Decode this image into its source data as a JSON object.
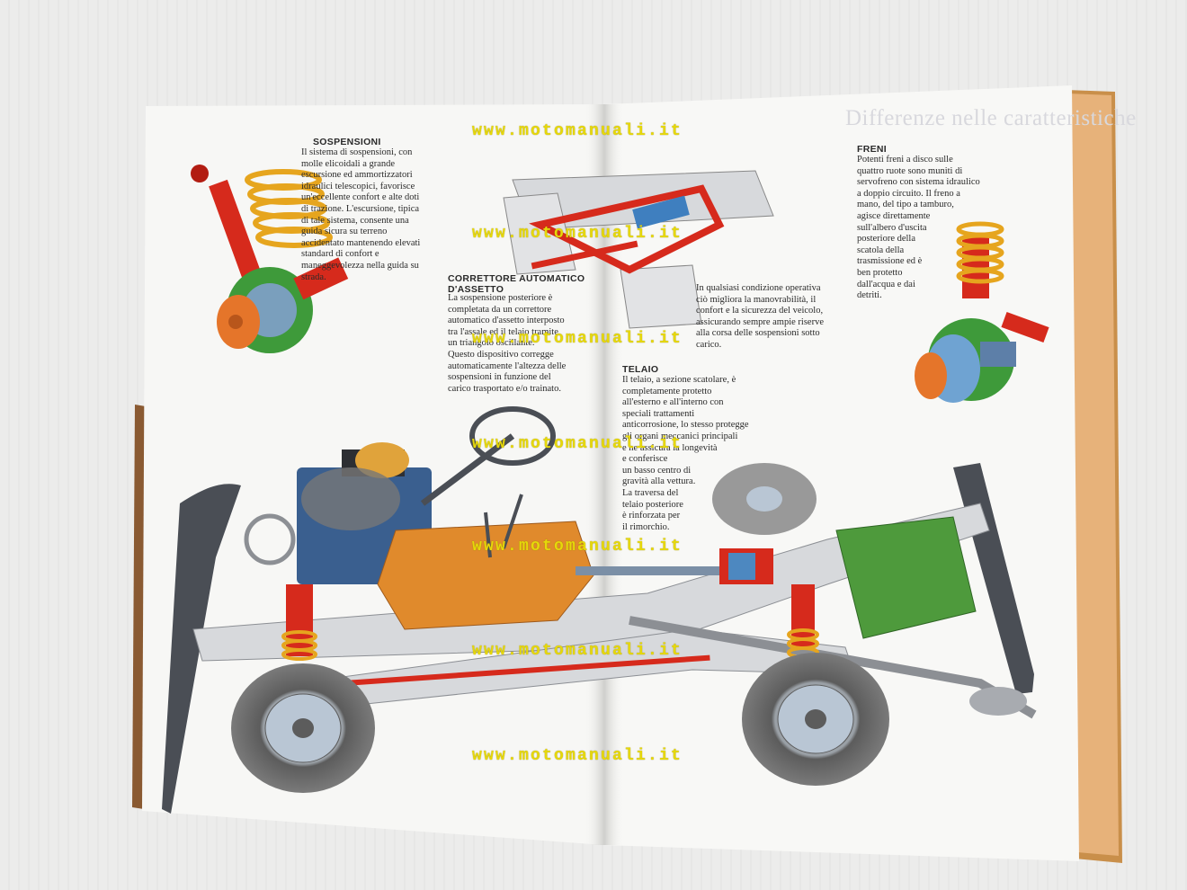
{
  "page": {
    "title": "Differenze nelle caratteristiche"
  },
  "sections": {
    "sospensioni": {
      "heading": "SOSPENSIONI",
      "body": "Il sistema di sospensioni, con\nmolle elicoidali a grande\nescursione ed ammortizzatori\nidraulici telescopici, favorisce\nun'eccellente confort e alte doti\ndi trazione. L'escursione, tipica\ndi tale sistema, consente una\nguida sicura su terreno\naccidentato mantenendo elevati\nstandard di confort e\nmaneggevolezza nella guida su\nstrada."
    },
    "correttore": {
      "heading": "CORRETTORE AUTOMATICO\nD'ASSETTO",
      "body": "La sospensione posteriore è\ncompletata da un correttore\nautomatico d'assetto interposto\ntra l'assale ed il telaio tramite\nun triangolo oscillante.\nQuesto dispositivo corregge\nautomaticamente l'altezza delle\nsospensioni in funzione del\ncarico trasportato e/o trainato."
    },
    "operativa": {
      "body": "In qualsiasi condizione operativa\nciò migliora la manovrabilità, il\nconfort e la sicurezza del veicolo,\nassicurando sempre ampie riserve\nalla corsa delle sospensioni sotto\ncarico."
    },
    "telaio": {
      "heading": "TELAIO",
      "body": "Il telaio, a sezione scatolare, è\ncompletamente protetto\nall'esterno e all'interno con\nspeciali trattamenti\nanticorrosione, lo stesso protegge\ngli organi meccanici principali\ne ne assicura la longevità\ne conferisce\nun basso centro di\ngravità alla vettura.\nLa traversa del\ntelaio posteriore\nè rinforzata per\nil rimorchio."
    },
    "freni": {
      "heading": "FRENI",
      "body": "Potenti freni a disco sulle\nquattro ruote sono muniti di\nservofreno con sistema idraulico\na doppio circuito. Il freno a\nmano, del tipo a tamburo,\nagisce direttamente\nsull'albero d'uscita\nposteriore della\nscatola della\ntrasmissione ed è\nben protetto\ndall'acqua e dai\ndetriti."
    }
  },
  "watermark": "www.motomanuali.it",
  "colors": {
    "paper": "#f7f7f5",
    "watermark": "#e6d80a",
    "chassis": "#d7d9dc",
    "spring": "#f2b830",
    "damper": "#d62a1c",
    "engine": "#3a5f8f",
    "gearbox": "#e08a2c",
    "tank": "#4e9a3c",
    "tyre": "#6d6d6d"
  }
}
